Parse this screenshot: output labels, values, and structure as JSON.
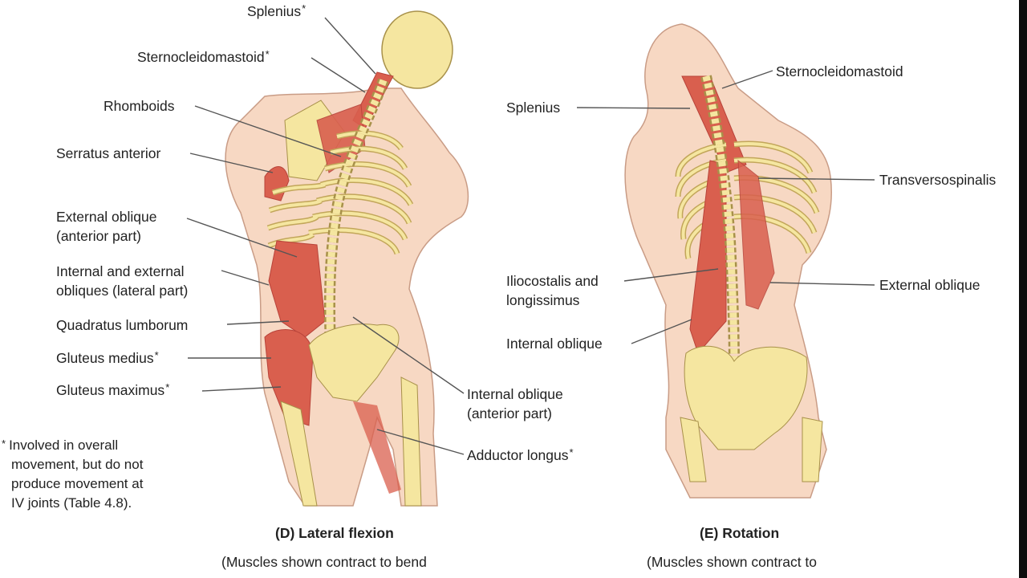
{
  "colors": {
    "skin": "#f7d8c3",
    "skin_edge": "#c99c86",
    "bone": "#f5e6a0",
    "bone_edge": "#a8914a",
    "muscle": "#d95f4e",
    "muscle_dark": "#b8433a",
    "leader": "#555555"
  },
  "panel_d": {
    "labels": {
      "splenius": "Splenius",
      "scm": "Sternocleidomastoid",
      "rhomboids": "Rhomboids",
      "serratus": "Serratus anterior",
      "ext_oblique_1": "External oblique",
      "ext_oblique_2": "(anterior part)",
      "int_ext_1": "Internal and external",
      "int_ext_2": "obliques (lateral part)",
      "quadratus": "Quadratus lumborum",
      "glut_med": "Gluteus medius",
      "glut_max": "Gluteus maximus",
      "int_oblique_1": "Internal oblique",
      "int_oblique_2": "(anterior part)",
      "adductor": "Adductor longus"
    },
    "title": "(D) Lateral flexion",
    "subtitle": "(Muscles shown contract to bend"
  },
  "panel_e": {
    "labels": {
      "scm": "Sternocleidomastoid",
      "splenius": "Splenius",
      "transverso": "Transversospinalis",
      "ilio_1": "Iliocostalis and",
      "ilio_2": "longissimus",
      "ext_oblique": "External oblique",
      "int_oblique": "Internal oblique"
    },
    "title": "(E) Rotation",
    "subtitle": "(Muscles shown contract to"
  },
  "footnote": {
    "asterisk": "*",
    "lines": [
      "Involved in overall",
      "movement, but do not",
      "produce movement at",
      "IV joints (Table 4.8)."
    ]
  }
}
